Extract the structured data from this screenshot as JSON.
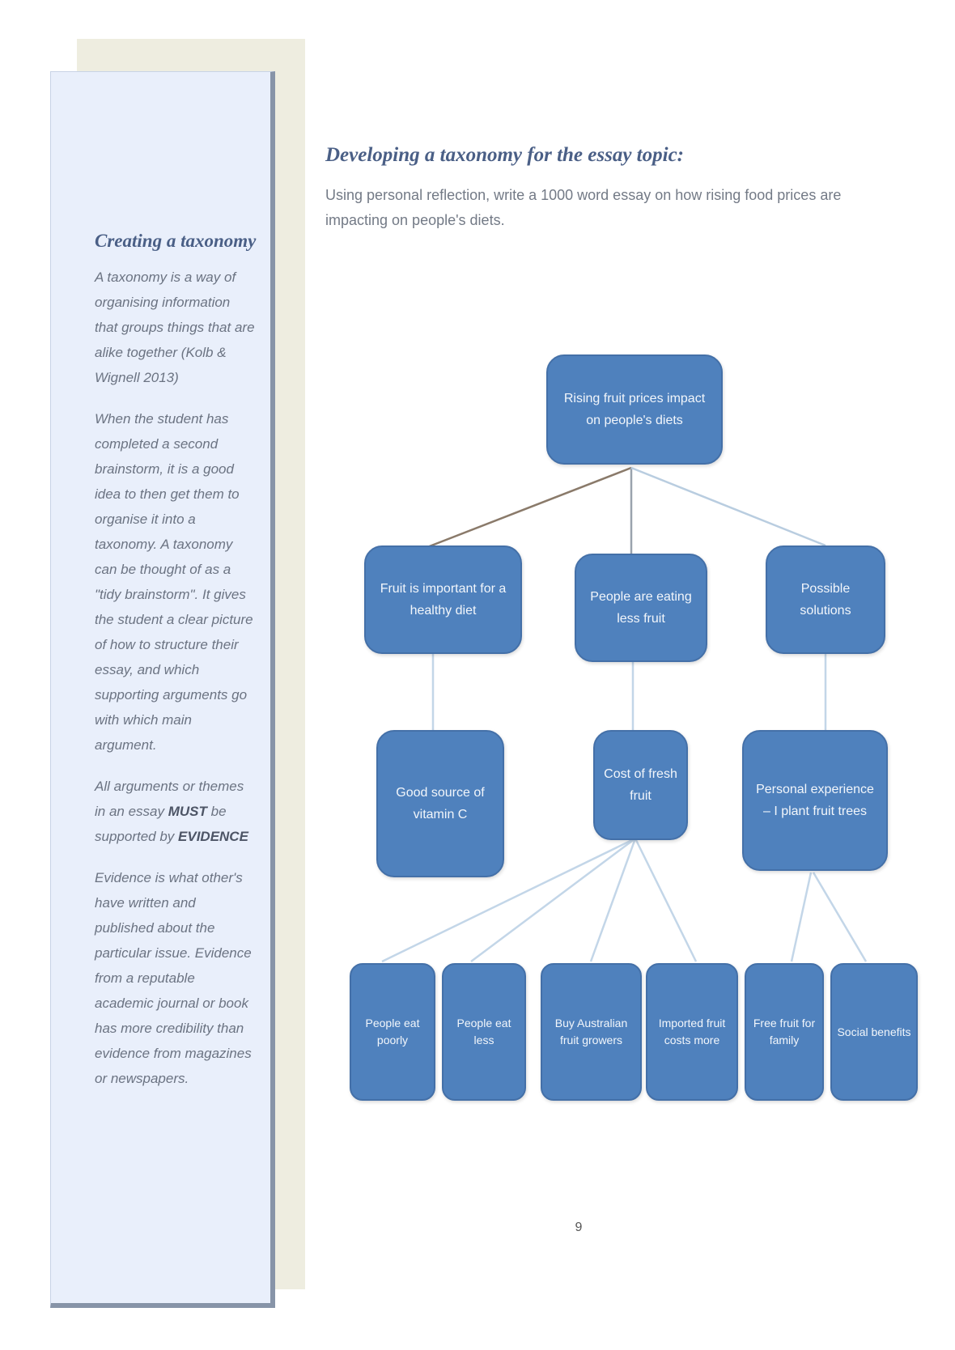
{
  "sidebar": {
    "heading": "Creating a taxonomy",
    "para1": "A taxonomy is a way of organising information that groups things that are alike together (Kolb & Wignell 2013)",
    "para2": "When the student has completed a second brainstorm, it is a good idea to then get them to organise it into a taxonomy. A taxonomy can be thought of as a \"tidy brainstorm\". It gives the student a clear picture of how to structure their essay, and which supporting arguments go with which main argument.",
    "para3_prefix": "All arguments or themes in an essay ",
    "para3_must": "MUST",
    "para3_middle": " be supported by ",
    "para3_evidence": "EVIDENCE",
    "para4": "Evidence is what other's have written and published about the particular issue. Evidence from a reputable academic journal or book has more credibility than evidence from magazines or newspapers."
  },
  "main": {
    "title": "Developing a taxonomy for the essay topic:",
    "prompt": "Using personal reflection, write a 1000 word essay on how rising food prices are impacting on people's diets."
  },
  "diagram": {
    "root": "Rising fruit prices impact on people's diets",
    "level1": [
      "Fruit is important for a healthy diet",
      "People are eating less fruit",
      "Possible solutions"
    ],
    "level2": [
      "Good source of vitamin C",
      "Cost of fresh fruit",
      "Personal experience – I plant fruit trees"
    ],
    "level3": [
      "People eat poorly",
      "People eat less",
      "Buy Australian fruit growers",
      "Imported fruit costs more",
      "Free fruit for family",
      "Social benefits"
    ]
  },
  "page_number": "9"
}
